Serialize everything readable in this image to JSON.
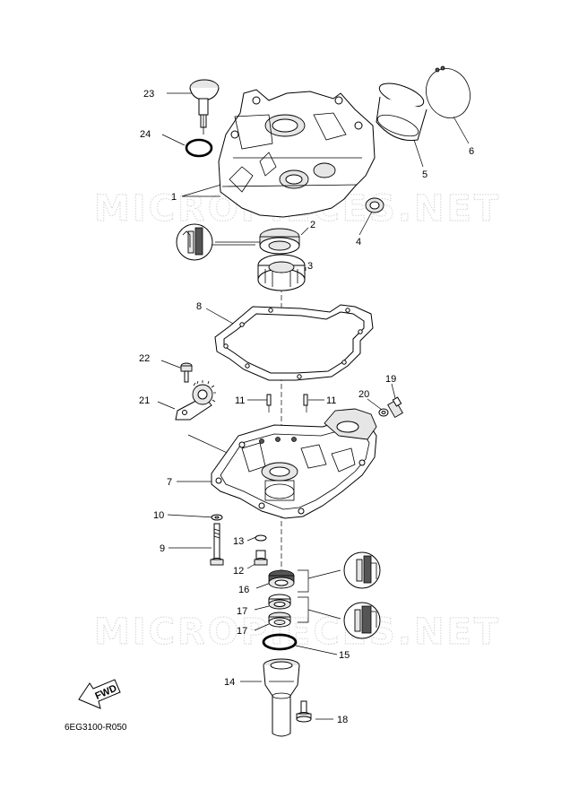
{
  "watermark": "MICROPIECES.NET",
  "drawing_code": "6EG3100-R050",
  "fwd_label": "FWD",
  "callouts": [
    {
      "id": "c1",
      "label": "1"
    },
    {
      "id": "c2",
      "label": "2"
    },
    {
      "id": "c3",
      "label": "3"
    },
    {
      "id": "c4",
      "label": "4"
    },
    {
      "id": "c5",
      "label": "5"
    },
    {
      "id": "c6",
      "label": "6"
    },
    {
      "id": "c7",
      "label": "7"
    },
    {
      "id": "c8",
      "label": "8"
    },
    {
      "id": "c9",
      "label": "9"
    },
    {
      "id": "c10",
      "label": "10"
    },
    {
      "id": "c11a",
      "label": "11"
    },
    {
      "id": "c11b",
      "label": "11"
    },
    {
      "id": "c12",
      "label": "12"
    },
    {
      "id": "c13",
      "label": "13"
    },
    {
      "id": "c14",
      "label": "14"
    },
    {
      "id": "c15",
      "label": "15"
    },
    {
      "id": "c16",
      "label": "16"
    },
    {
      "id": "c17a",
      "label": "17"
    },
    {
      "id": "c17b",
      "label": "17"
    },
    {
      "id": "c18",
      "label": "18"
    },
    {
      "id": "c19",
      "label": "19"
    },
    {
      "id": "c20",
      "label": "20"
    },
    {
      "id": "c21",
      "label": "21"
    },
    {
      "id": "c22",
      "label": "22"
    },
    {
      "id": "c23",
      "label": "23"
    },
    {
      "id": "c24",
      "label": "24"
    }
  ]
}
